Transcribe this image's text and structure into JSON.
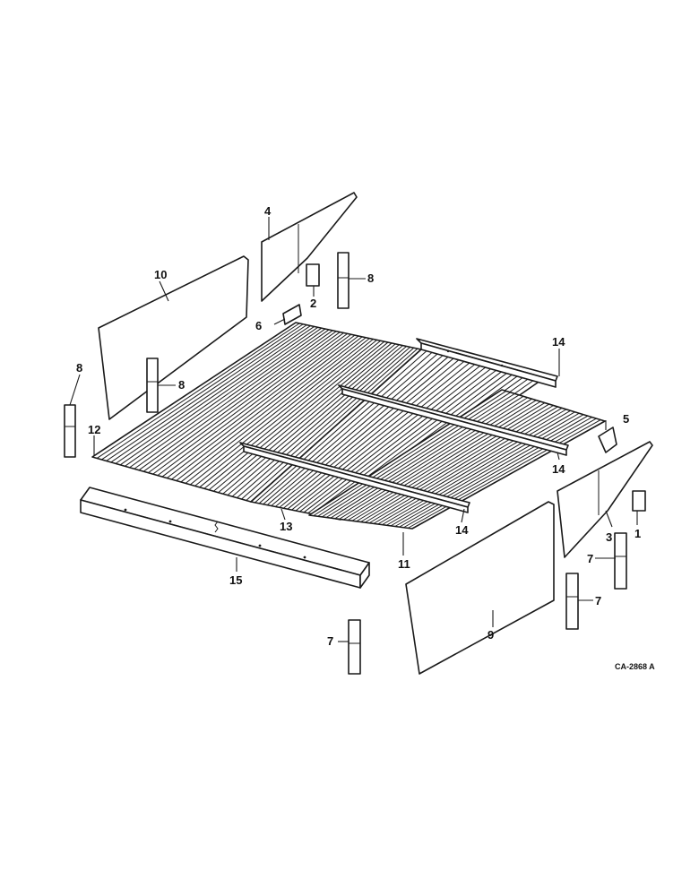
{
  "callouts": {
    "c1": "1",
    "c2": "2",
    "c3": "3",
    "c4": "4",
    "c5": "5",
    "c6": "6",
    "c7": "7",
    "c8": "8",
    "c9": "9",
    "c10": "10",
    "c11": "11",
    "c12": "12",
    "c13": "13",
    "c14": "14",
    "c15": "15"
  },
  "drawing_code": "CA-2868 A",
  "colors": {
    "ink": "#1a1a1a",
    "paper": "#ffffff"
  }
}
